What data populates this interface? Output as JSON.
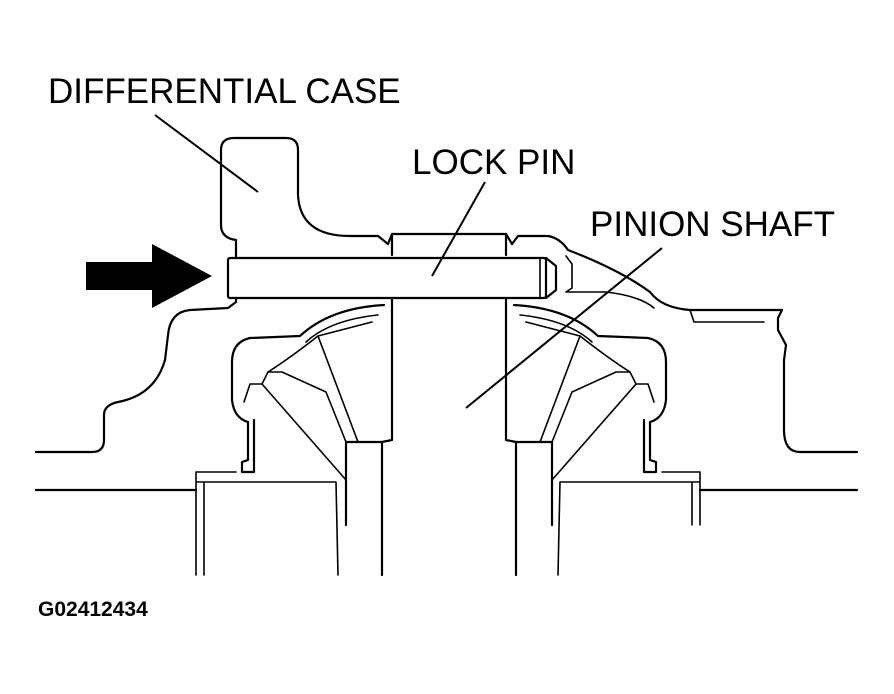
{
  "labels": {
    "differential_case": "DIFFERENTIAL CASE",
    "lock_pin": "LOCK PIN",
    "pinion_shaft": "PINION SHAFT"
  },
  "figure_id": "G02412434",
  "colors": {
    "ink": "#000000",
    "paper": "#ffffff"
  }
}
